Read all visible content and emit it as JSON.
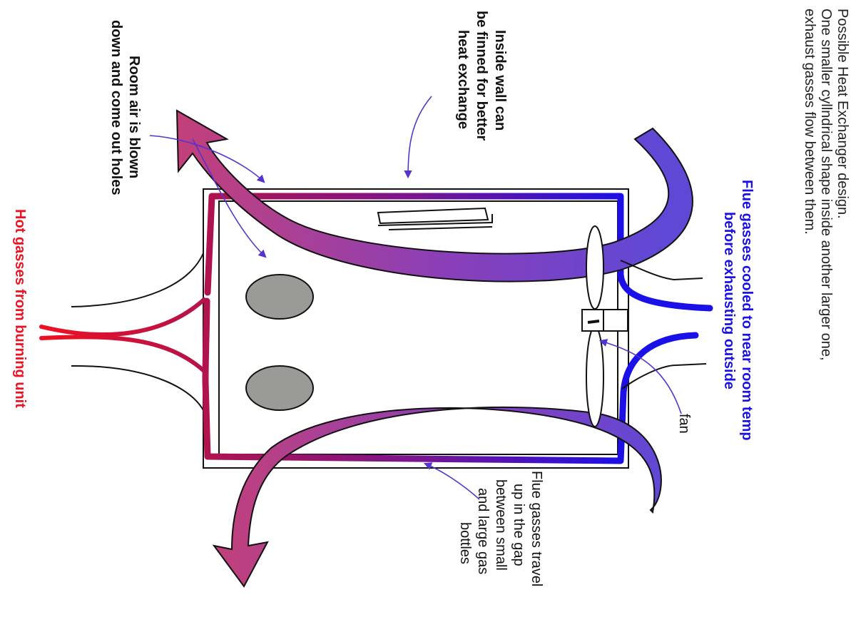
{
  "colors": {
    "hot": "#ee1122",
    "crimson": "#b0134e",
    "magenta": "#c2407a",
    "purple": "#8a3fb8",
    "violet": "#5f48d6",
    "blue": "#1a10e8",
    "outline": "#111111",
    "bottle_fill": "#9a9a96",
    "annot_arrow": "#5533cc",
    "title_text": "#222222"
  },
  "title": {
    "line1": "Possible Heat Exchanger design.",
    "line2": "One smaller cyllndrical shape inside another larger one,",
    "line3": "exhaust gasses flow between them."
  },
  "labels": {
    "hot_gasses": "Hot gasses from burning unit",
    "room_air_1": "Room air is blown",
    "room_air_2": "down and come out holes",
    "inside_wall_1": "Inside wall can",
    "inside_wall_2": "be finned for better",
    "inside_wall_3": "heat exchange",
    "flue_cooled_1": "Flue gasses cooled to near room temp",
    "flue_cooled_2": "before exhausting outside",
    "fan": "fan",
    "flue_travel_1": "Flue gasses travel",
    "flue_travel_2": "up in the gap",
    "flue_travel_3": "between small",
    "flue_travel_4": "and large gas",
    "flue_travel_5": "bottles"
  },
  "icons": {
    "fan": "fan-icon",
    "hole": "vent-hole-icon"
  }
}
